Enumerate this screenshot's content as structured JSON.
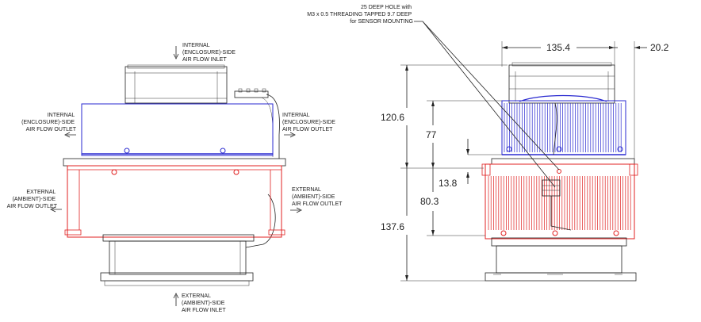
{
  "left_view": {
    "internal_inlet": [
      "INTERNAL",
      "(ENCLOSURE)-SIDE",
      "AIR FLOW INLET"
    ],
    "internal_outlet_left": [
      "INTERNAL",
      "(ENCLOSURE)-SIDE",
      "AIR FLOW OUTLET"
    ],
    "internal_outlet_right": [
      "INTERNAL",
      "(ENCLOSURE)-SIDE",
      "AIR FLOW OUTLET"
    ],
    "external_outlet_left": [
      "EXTERNAL",
      "(AMBIENT)-SIDE",
      "AIR FLOW OUTLET"
    ],
    "external_outlet_right": [
      "EXTERNAL",
      "(AMBIENT)-SIDE",
      "AIR FLOW OUTLET"
    ],
    "external_inlet": [
      "EXTERNAL",
      "(AMBIENT)-SIDE",
      "AIR FLOW INLET"
    ]
  },
  "right_view": {
    "note": [
      "25 DEEP HOLE with",
      "M3 x 0.5 THREADING TAPPED 9.7 DEEP",
      "for SENSOR MOUNTING"
    ],
    "dimensions": {
      "width": "135.4",
      "offset": "20.2",
      "upper_height": "120.6",
      "upper_inner": "77",
      "lower_height": "137.6",
      "lower_inner": "80.3",
      "small": "13.8"
    }
  },
  "colors": {
    "line": "#222222",
    "blue": "#2a2ad0",
    "red": "#e02020"
  }
}
